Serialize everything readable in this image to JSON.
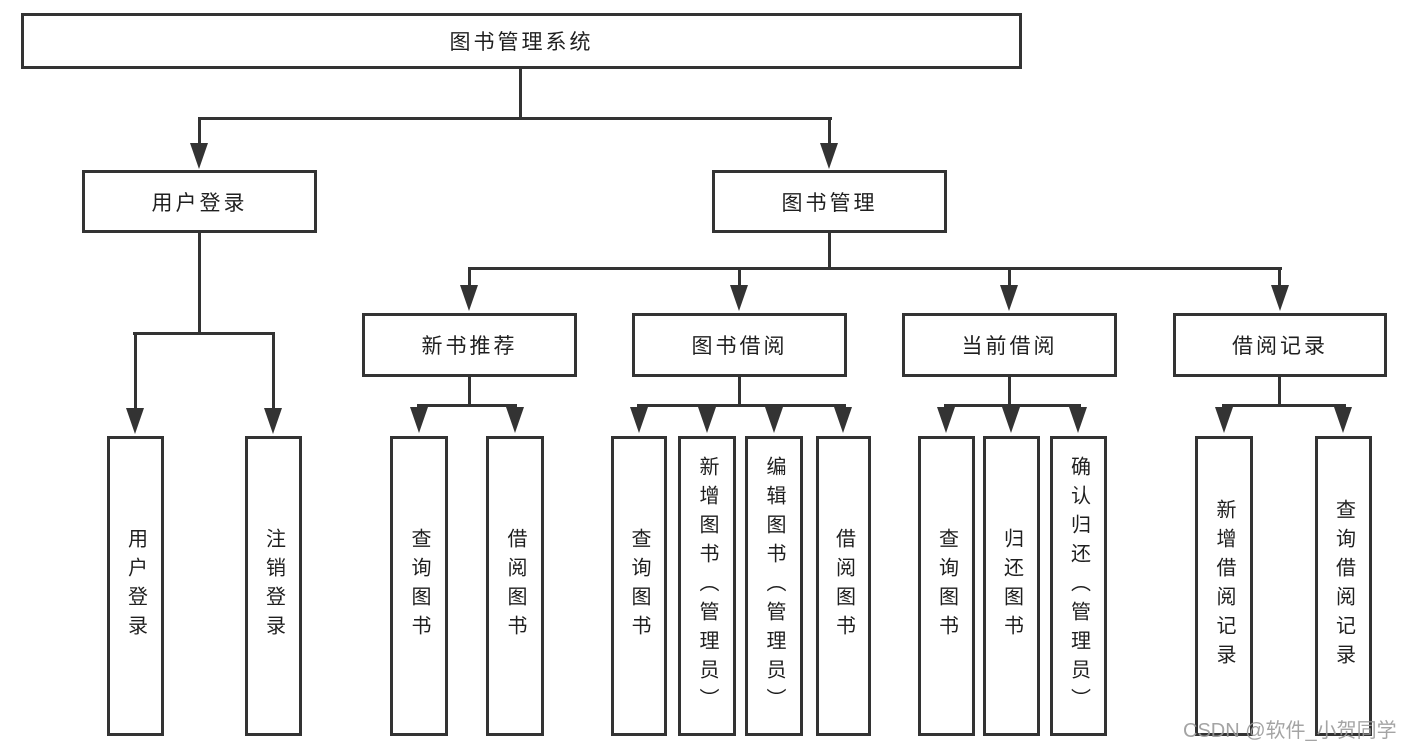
{
  "diagram": {
    "title": "图书管理系统",
    "level2": [
      {
        "label": "用户登录"
      },
      {
        "label": "图书管理"
      }
    ],
    "level3": [
      {
        "label": "新书推荐",
        "parent": "图书管理"
      },
      {
        "label": "图书借阅",
        "parent": "图书管理"
      },
      {
        "label": "当前借阅",
        "parent": "图书管理"
      },
      {
        "label": "借阅记录",
        "parent": "图书管理"
      }
    ],
    "leaves": [
      {
        "label": "用户登录",
        "parent": "用户登录"
      },
      {
        "label": "注销登录",
        "parent": "用户登录"
      },
      {
        "label": "查询图书",
        "parent": "新书推荐"
      },
      {
        "label": "借阅图书",
        "parent": "新书推荐"
      },
      {
        "label": "查询图书",
        "parent": "图书借阅"
      },
      {
        "label": "新增图书（管理员）",
        "parent": "图书借阅"
      },
      {
        "label": "编辑图书（管理员）",
        "parent": "图书借阅"
      },
      {
        "label": "借阅图书",
        "parent": "图书借阅"
      },
      {
        "label": "查询图书",
        "parent": "当前借阅"
      },
      {
        "label": "归还图书",
        "parent": "当前借阅"
      },
      {
        "label": "确认归还（管理员）",
        "parent": "当前借阅"
      },
      {
        "label": "新增借阅记录",
        "parent": "借阅记录"
      },
      {
        "label": "查询借阅记录",
        "parent": "借阅记录"
      }
    ]
  },
  "watermark": "CSDN @软件_小贺同学",
  "colors": {
    "line": "#333333",
    "text": "#1f1f1f",
    "watermark": "#9b9b9b",
    "background": "#ffffff"
  }
}
